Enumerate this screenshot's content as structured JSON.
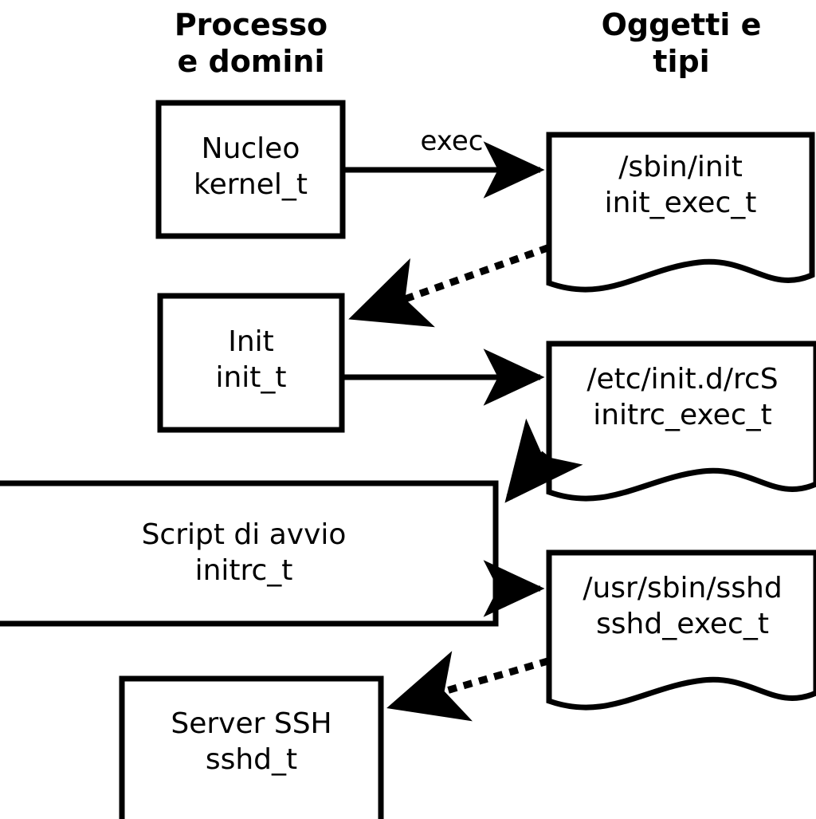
{
  "diagram": {
    "columns": [
      {
        "id": "processes",
        "title": "Processo\ne domini"
      },
      {
        "id": "objects",
        "title": "Oggetti e\ntipi"
      }
    ],
    "process_nodes": [
      {
        "id": "kernel",
        "name": "Nucleo",
        "type": "kernel_t",
        "label": "Nucleo\nkernel_t"
      },
      {
        "id": "init",
        "name": "Init",
        "type": "init_t",
        "label": "Init\ninit_t"
      },
      {
        "id": "initrc",
        "name": "Script di avvio",
        "type": "initrc_t",
        "label": "Script di avvio\ninitrc_t"
      },
      {
        "id": "sshd",
        "name": "Server SSH",
        "type": "sshd_t",
        "label": "Server SSH\nsshd_t"
      }
    ],
    "object_nodes": [
      {
        "id": "init_exec",
        "path": "/sbin/init",
        "type": "init_exec_t",
        "label": "/sbin/init\ninit_exec_t"
      },
      {
        "id": "initrc_exec",
        "path": "/etc/init.d/rcS",
        "type": "initrc_exec_t",
        "label": "/etc/init.d/rcS\ninitrc_exec_t"
      },
      {
        "id": "sshd_exec",
        "path": "/usr/sbin/sshd",
        "type": "sshd_exec_t",
        "label": "/usr/sbin/sshd\nsshd_exec_t"
      }
    ],
    "edges": [
      {
        "id": "kernel-to-init-exec",
        "from": "kernel",
        "to": "init_exec",
        "style": "solid",
        "label": "exec"
      },
      {
        "id": "init-exec-to-init",
        "from": "init_exec",
        "to": "init",
        "style": "dotted",
        "label": ""
      },
      {
        "id": "init-to-initrc-exec",
        "from": "init",
        "to": "initrc_exec",
        "style": "solid",
        "label": ""
      },
      {
        "id": "initrc-exec-to-initrc",
        "from": "initrc_exec",
        "to": "initrc",
        "style": "dotted",
        "label": ""
      },
      {
        "id": "initrc-to-sshd-exec",
        "from": "initrc",
        "to": "sshd_exec",
        "style": "solid",
        "label": ""
      },
      {
        "id": "sshd-exec-to-sshd",
        "from": "sshd_exec",
        "to": "sshd",
        "style": "dotted",
        "label": ""
      }
    ],
    "colors": {
      "stroke": "#000000",
      "fill": "#ffffff",
      "text": "#000000"
    }
  }
}
